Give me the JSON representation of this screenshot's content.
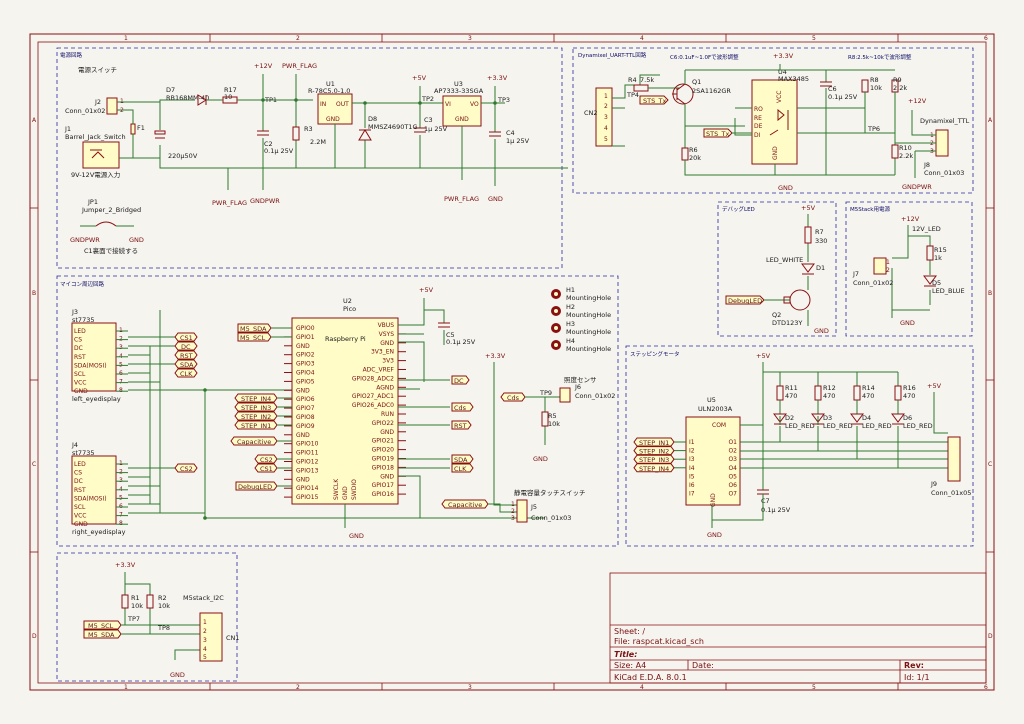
{
  "frame": {
    "cols": [
      "1",
      "2",
      "3",
      "4",
      "5",
      "6"
    ],
    "rows": [
      "A",
      "B",
      "C",
      "D"
    ]
  },
  "title_block": {
    "sheet": "Sheet: /",
    "file": "File: raspcat.kicad_sch",
    "title": "Title:",
    "size": "Size: A4",
    "date": "Date:",
    "rev": "Rev:",
    "tool": "KiCad E.D.A. 8.0.1",
    "id": "Id: 1/1"
  },
  "sections": {
    "power": "電源回路",
    "dxl": "Dynamixel_UART-TTL回路",
    "debugled": "デバッグLED",
    "m5power": "M5Stack用電源",
    "mcu": "マイコン周辺回路",
    "stepper": "ステッピングモータ"
  },
  "power": {
    "sw_label": "電源スイッチ",
    "j2_ref": "J2",
    "j2_val": "Conn_01x02",
    "j1_ref": "J1",
    "j1_val": "Barrel_Jack_Switch",
    "vin_note": "9V-12V電源入力",
    "f1": "F1",
    "d7_ref": "D7",
    "d7_val": "RB168MM-40",
    "r17_ref": "R17",
    "r17_val": "10",
    "tp1": "TP1",
    "p12v": "+12V",
    "pwr_flag": "PWR_FLAG",
    "c_bulk": "220µ50V",
    "c2_ref": "C2",
    "c2_val": "0.1µ 25V",
    "r3_ref": "R3",
    "r3_val": "2.2M",
    "u1_ref": "U1",
    "u1_val": "R-78C5.0-1.0",
    "u1_in": "IN",
    "u1_out": "OUT",
    "u1_gnd": "GND",
    "d8_ref": "D8",
    "d8_val": "MMSZ4690T1G",
    "c3_ref": "C3",
    "c3_val": "1µ 25V",
    "tp2": "TP2",
    "p5v": "+5V",
    "u3_ref": "U3",
    "u3_val": "AP7333-33SGA",
    "u3_vi": "VI",
    "u3_vo": "VO",
    "u3_gnd": "GND",
    "tp3": "TP3",
    "p33v": "+3.3V",
    "c4_ref": "C4",
    "c4_val": "1µ 25V",
    "gnd": "GND",
    "gndpwr": "GNDPWR",
    "jp1_ref": "JP1",
    "jp1_val": "Jumper_2_Bridged",
    "jp1_note": "C1裏面で接続する"
  },
  "dxl": {
    "cn2": "CN2",
    "tp4": "TP4",
    "r4": "R4",
    "r4v": "7.5k",
    "sts_tx": "STS_Tx",
    "c6note": "C6:0.1uF~1.0Fで波形調整",
    "r8note": "R8:2.5k~10kで波形調整",
    "q1_ref": "Q1",
    "q1_val": "2SA1162GR",
    "p33v": "+3.3V",
    "u4_ref": "U4",
    "u4_val": "MAX3485",
    "ro": "RO",
    "re": "RE",
    "de": "DE",
    "di": "DI",
    "vcc": "VCC",
    "u4gnd": "GND",
    "c6_ref": "C6",
    "c6_val": "0.1µ 25V",
    "r8_ref": "R8",
    "r8_val": "10k",
    "r9_ref": "R9",
    "r9_val": "2.2k",
    "p12v": "+12V",
    "dxl_ttl": "Dynamixel_TTL",
    "r6_ref": "R6",
    "r6_val": "20k",
    "tp6": "TP6",
    "r10_ref": "R10",
    "r10_val": "2.2k",
    "j8_ref": "J8",
    "j8_val": "Conn_01x03",
    "gnd": "GND",
    "gndpwr": "GNDPWR"
  },
  "debugled": {
    "p5v": "+5V",
    "r7_ref": "R7",
    "r7_val": "330",
    "led_white": "LED_WHITE",
    "d1": "D1",
    "debugled": "DebugLED",
    "q2_ref": "Q2",
    "q2_val": "DTD123Y",
    "gnd": "GND"
  },
  "m5power": {
    "p12v": "+12V",
    "led12": "12V_LED",
    "r15_ref": "R15",
    "r15_val": "1k",
    "j7_ref": "J7",
    "j7_val": "Conn_01x02",
    "d5_ref": "D5",
    "d5_val": "LED_BLUE",
    "gnd": "GND"
  },
  "holes": [
    "H1",
    "H2",
    "H3",
    "H4"
  ],
  "mounting_hole": "MountingHole",
  "mcu": {
    "j3_ref": "J3",
    "j3_val": "st7735",
    "j3_pins": [
      "LED",
      "CS",
      "DC",
      "RST",
      "SDA(MOSI)",
      "SCL",
      "VCC",
      "GND"
    ],
    "left_eye": "left_eyedisplay",
    "j4_ref": "J4",
    "j4_val": "st7735",
    "right_eye": "right_eyedisplay",
    "cs1": "CS1",
    "dc": "DC",
    "rst": "RST",
    "sda": "SDA",
    "clk": "CLK",
    "cs2": "CS2",
    "u2_ref": "U2",
    "u2_val": "Pico",
    "u2_name": "Raspberry Pi",
    "left_pins": [
      "GPIO0",
      "GPIO1",
      "GND",
      "GPIO2",
      "GPIO3",
      "GPIO4",
      "GPIO5",
      "GND",
      "GPIO6",
      "GPIO7",
      "GPIO8",
      "GPIO9",
      "GND",
      "GPIO10",
      "GPIO11",
      "GPIO12",
      "GPIO13",
      "GND",
      "GPIO14",
      "GPIO15"
    ],
    "right_pins": [
      "VBUS",
      "VSYS",
      "GND",
      "3V3_EN",
      "3V3",
      "ADC_VREF",
      "GPIO28_ADC2",
      "AGND",
      "GPIO27_ADC1",
      "GPIO26_ADC0",
      "RUN",
      "GPIO22",
      "GND",
      "GPIO21",
      "GPIO20",
      "GPIO19",
      "GPIO18",
      "GND",
      "GPIO17",
      "GPIO16"
    ],
    "bottom_pins": [
      "SWCLK",
      "GND",
      "SWDIO"
    ],
    "m5_sda": "M5_SDA",
    "m5_scl": "M5_SCL",
    "step_in": [
      "STEP_IN4",
      "STEP_IN3",
      "STEP_IN2",
      "STEP_IN1"
    ],
    "capacitive": "Capacitive",
    "debugled": "DebugLED",
    "p5v": "+5V",
    "c5_ref": "C5",
    "c5_val": "0.1µ 25V",
    "dc_out": "DC",
    "cds": "Cds",
    "p33v": "+3.3V",
    "light": "照度センサ",
    "tp9": "TP9",
    "j6_ref": "J6",
    "j6_val": "Conn_01x02",
    "r5_ref": "R5",
    "r5_val": "10k",
    "touch": "静電容量タッチスイッチ",
    "j5_ref": "J5",
    "j5_val": "Conn_01x03",
    "gnd": "GND"
  },
  "stepper": {
    "p5v": "+5V",
    "r11": "R11",
    "r12": "R12",
    "r14": "R14",
    "r16": "R16",
    "rval": "470",
    "d2": "D2",
    "d3": "D3",
    "d4": "D4",
    "d6": "D6",
    "led_red": "LED_RED",
    "u5_ref": "U5",
    "u5_val": "ULN2003A",
    "com": "COM",
    "in": [
      "I1",
      "I2",
      "I3",
      "I4",
      "I5",
      "I6",
      "I7"
    ],
    "out": [
      "O1",
      "O2",
      "O3",
      "O4",
      "O5",
      "O6",
      "O7"
    ],
    "u5gnd": "GND",
    "step_in": [
      "STEP_IN1",
      "STEP_IN2",
      "STEP_IN3",
      "STEP_IN4"
    ],
    "c7_ref": "C7",
    "c7_val": "0.1µ 25V",
    "j9_ref": "J9",
    "j9_val": "Conn_01x05",
    "gnd": "GND"
  },
  "m5i2c": {
    "p33v": "+3.3V",
    "r1_ref": "R1",
    "r1_val": "10k",
    "r2_ref": "R2",
    "r2_val": "10k",
    "tp7": "TP7",
    "tp8": "TP8",
    "m5_scl": "M5_SCL",
    "m5_sda": "M5_SDA",
    "title": "M5stack_I2C",
    "cn1": "CN1",
    "gnd": "GND"
  }
}
